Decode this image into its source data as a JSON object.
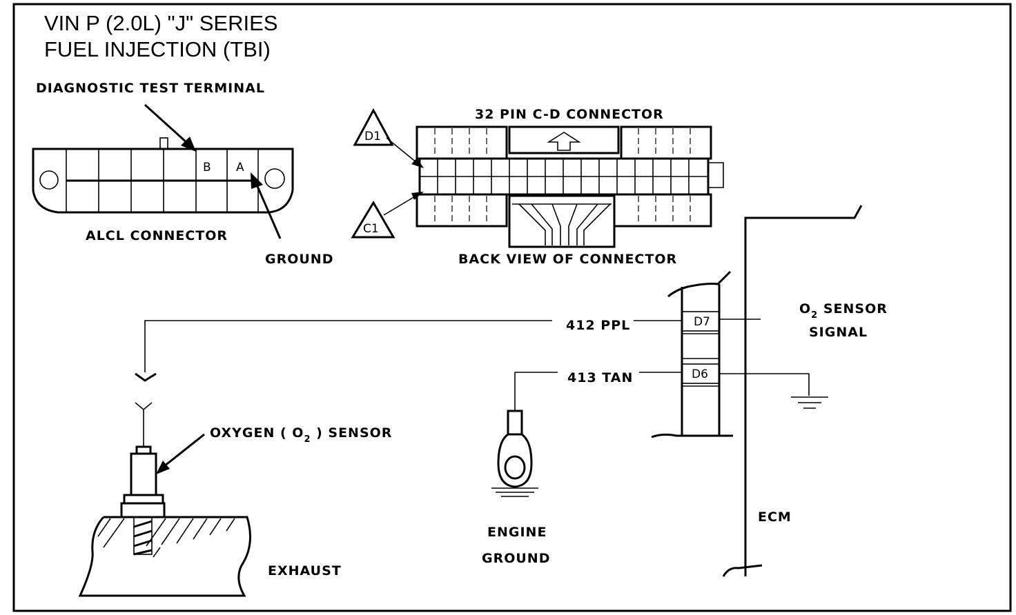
{
  "title": {
    "line1": "VIN P (2.0L) \"J\" SERIES",
    "line2": "FUEL INJECTION (TBI)"
  },
  "alcl": {
    "diagnostic_label": "DIAGNOSTIC TEST TERMINAL",
    "pin_b": "B",
    "pin_a": "A",
    "connector_label": "ALCL CONNECTOR",
    "ground_label": "GROUND"
  },
  "cd_connector": {
    "title": "32 PIN C-D CONNECTOR",
    "view_label": "BACK VIEW OF CONNECTOR",
    "row_d": "D1",
    "row_c": "C1"
  },
  "circuit": {
    "wire_412": "412 PPL",
    "wire_413": "413 TAN",
    "pin_d7": "D7",
    "pin_d6": "D6",
    "signal_line1": "O",
    "signal_sub": "2",
    "signal_line1_rest": " SENSOR",
    "signal_line2": "SIGNAL",
    "ecm_label": "ECM"
  },
  "sensor": {
    "label_prefix": "OXYGEN ( O",
    "label_sub": "2",
    "label_suffix": " ) SENSOR",
    "exhaust_label": "EXHAUST"
  },
  "engine_ground": {
    "line1": "ENGINE",
    "line2": "GROUND"
  },
  "colors": {
    "ink": "#000000",
    "paper": "#ffffff"
  }
}
